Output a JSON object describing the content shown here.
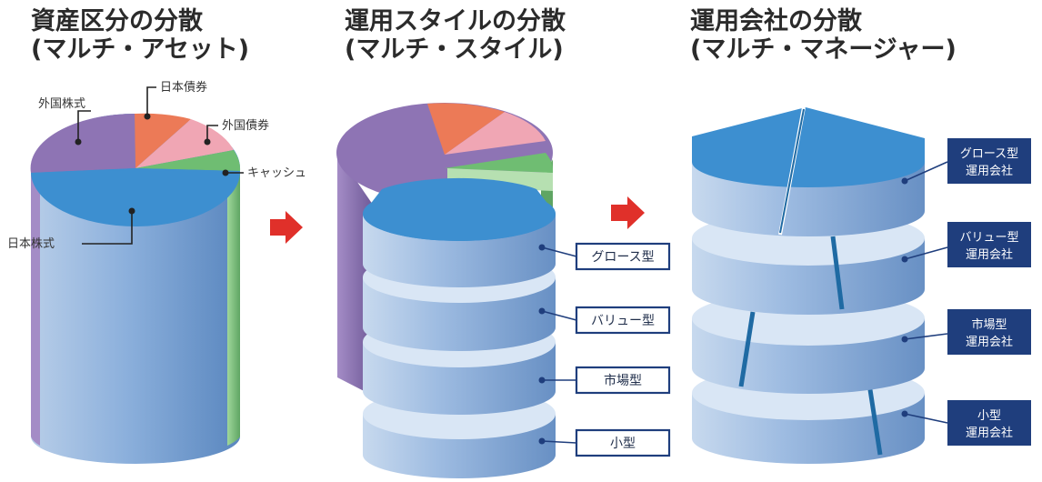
{
  "titles": {
    "asset": {
      "line1": "資産区分の分散",
      "line2": "(マルチ・アセット)"
    },
    "style": {
      "line1": "運用スタイルの分散",
      "line2": "(マルチ・スタイル)"
    },
    "manager": {
      "line1": "運用会社の分散",
      "line2": "(マルチ・マネージャー)"
    }
  },
  "asset_labels": {
    "foreign_stock": "外国株式",
    "japan_bond": "日本債券",
    "foreign_bond": "外国債券",
    "cash": "キャッシュ",
    "japan_stock": "日本株式"
  },
  "style_labels": [
    "グロース型",
    "バリュー型",
    "市場型",
    "小型"
  ],
  "manager_labels": [
    {
      "line1": "グロース型",
      "line2": "運用会社"
    },
    {
      "line1": "バリュー型",
      "line2": "運用会社"
    },
    {
      "line1": "市場型",
      "line2": "運用会社"
    },
    {
      "line1": "小型",
      "line2": "運用会社"
    }
  ],
  "colors": {
    "japan_stock": "#3d8fd0",
    "foreign_stock": "#8e74b4",
    "japan_bond": "#ec7a57",
    "foreign_bond": "#f0a6b4",
    "cash": "#6fbd72",
    "cylinder_body": "#7fa6d6",
    "label_navy": "#1f3e7d",
    "arrow": "#e0302a"
  },
  "icons": {
    "arrow1": "right-arrow-icon",
    "arrow2": "right-arrow-icon"
  }
}
